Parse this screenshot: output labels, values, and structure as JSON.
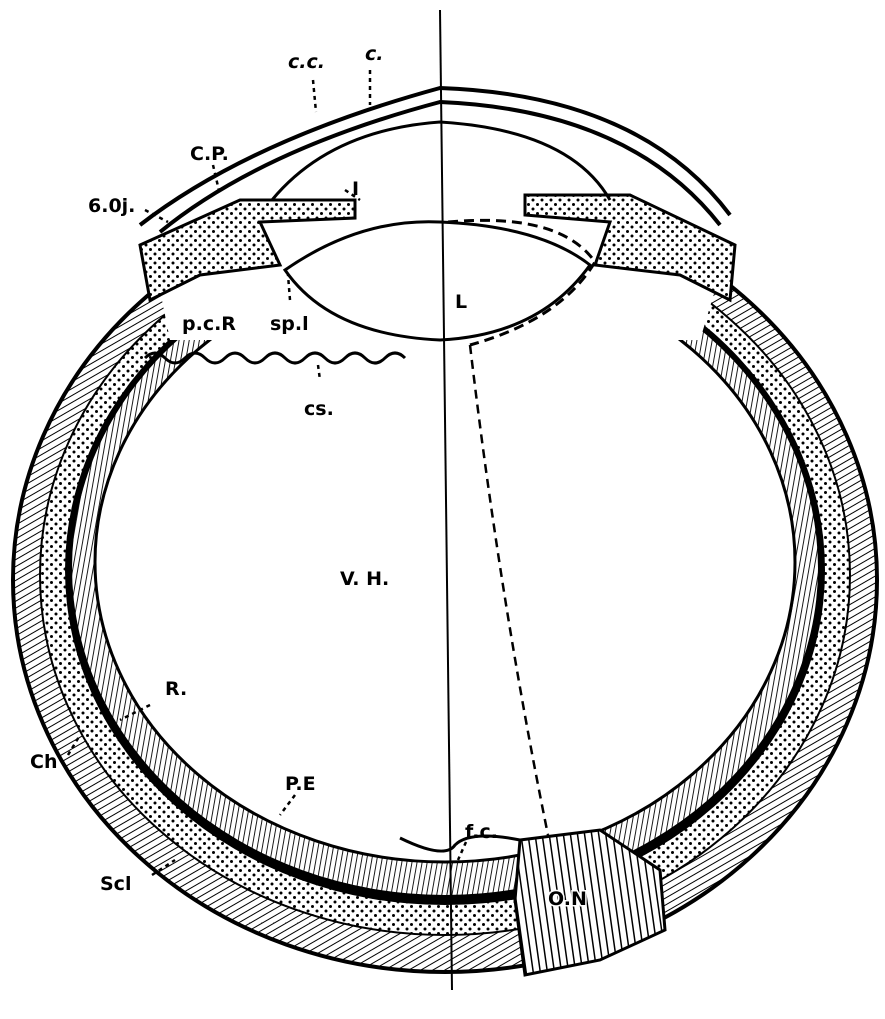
{
  "title": "Section of the eye",
  "labels": {
    "cc": "c.c.",
    "c": "c.",
    "cp": "C.P.",
    "soj": "6.0j.",
    "iris": "I",
    "lens": "L",
    "pcr": "p.c.R",
    "spl": "sp.l",
    "cs": "cs.",
    "vh": "V. H.",
    "r": "R.",
    "ch": "Ch",
    "pe": "P.E",
    "fc": "f.c.",
    "scl": "Scl",
    "on": "O.N"
  },
  "colors": {
    "ink": "#000000",
    "paper": "#ffffff"
  }
}
